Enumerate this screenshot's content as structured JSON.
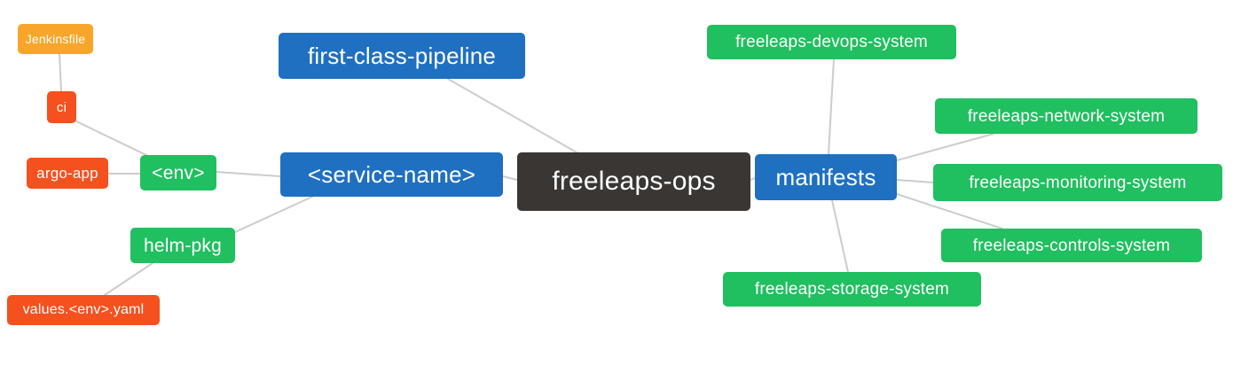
{
  "diagram": {
    "type": "mindmap",
    "edge_color": "#cccccc",
    "nodes": [
      {
        "id": "freeleaps-ops",
        "label": "freeleaps-ops",
        "color": "#3a3633",
        "role": "root"
      },
      {
        "id": "service-name",
        "label": "<service-name>",
        "color": "#1f70c1"
      },
      {
        "id": "first-class-pipeline",
        "label": "first-class-pipeline",
        "color": "#1f70c1"
      },
      {
        "id": "env",
        "label": "<env>",
        "color": "#20bf5f"
      },
      {
        "id": "helm-pkg",
        "label": "helm-pkg",
        "color": "#20bf5f"
      },
      {
        "id": "argo-app",
        "label": "argo-app",
        "color": "#f4511e"
      },
      {
        "id": "ci",
        "label": "ci",
        "color": "#f4511e"
      },
      {
        "id": "jenkinsfile",
        "label": "Jenkinsfile",
        "color": "#f7a62b"
      },
      {
        "id": "values-env-yaml",
        "label": "values.<env>.yaml",
        "color": "#f4511e"
      },
      {
        "id": "manifests",
        "label": "manifests",
        "color": "#1f70c1"
      },
      {
        "id": "freeleaps-devops-system",
        "label": "freeleaps-devops-system",
        "color": "#20bf5f"
      },
      {
        "id": "freeleaps-network-system",
        "label": "freeleaps-network-system",
        "color": "#20bf5f"
      },
      {
        "id": "freeleaps-monitoring-system",
        "label": "freeleaps-monitoring-system",
        "color": "#20bf5f"
      },
      {
        "id": "freeleaps-controls-system",
        "label": "freeleaps-controls-system",
        "color": "#20bf5f"
      },
      {
        "id": "freeleaps-storage-system",
        "label": "freeleaps-storage-system",
        "color": "#20bf5f"
      }
    ],
    "edges": [
      {
        "from": "jenkinsfile",
        "to": "ci"
      },
      {
        "from": "ci",
        "to": "env"
      },
      {
        "from": "argo-app",
        "to": "env"
      },
      {
        "from": "env",
        "to": "service-name"
      },
      {
        "from": "helm-pkg",
        "to": "service-name"
      },
      {
        "from": "values-env-yaml",
        "to": "helm-pkg"
      },
      {
        "from": "first-class-pipeline",
        "to": "freeleaps-ops"
      },
      {
        "from": "service-name",
        "to": "freeleaps-ops"
      },
      {
        "from": "freeleaps-ops",
        "to": "manifests"
      },
      {
        "from": "manifests",
        "to": "freeleaps-devops-system"
      },
      {
        "from": "manifests",
        "to": "freeleaps-network-system"
      },
      {
        "from": "manifests",
        "to": "freeleaps-monitoring-system"
      },
      {
        "from": "manifests",
        "to": "freeleaps-controls-system"
      },
      {
        "from": "manifests",
        "to": "freeleaps-storage-system"
      }
    ]
  }
}
